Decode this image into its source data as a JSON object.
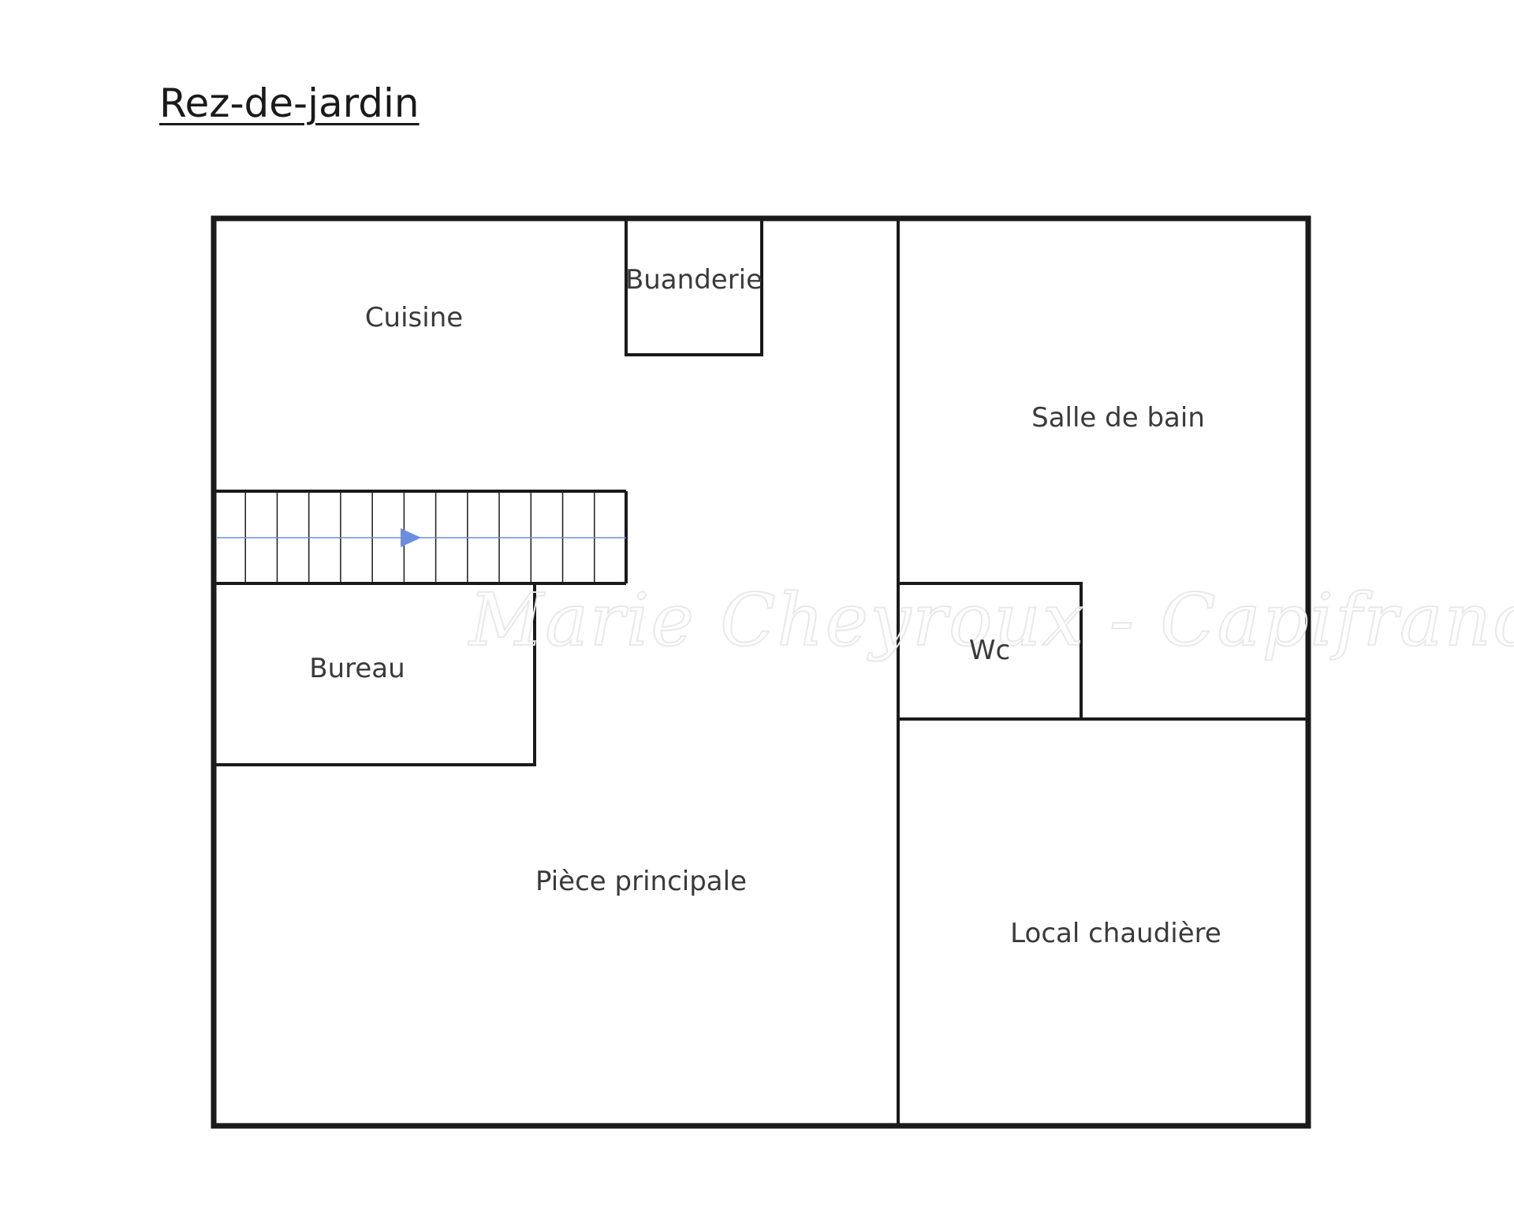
{
  "title": "Rez-de-jardin",
  "rooms": {
    "cuisine": "Cuisine",
    "buanderie": "Buanderie",
    "salle_de_bain": "Salle de bain",
    "bureau": "Bureau",
    "wc": "Wc",
    "piece_principale": "Pièce principale",
    "local_chaudiere": "Local chaudière"
  },
  "watermark": "Marie Cheyroux - Capifrance",
  "colors": {
    "wall": "#1a1a1a",
    "stair_arrow": "#6b8fe0",
    "label": "#3a3a3a"
  }
}
